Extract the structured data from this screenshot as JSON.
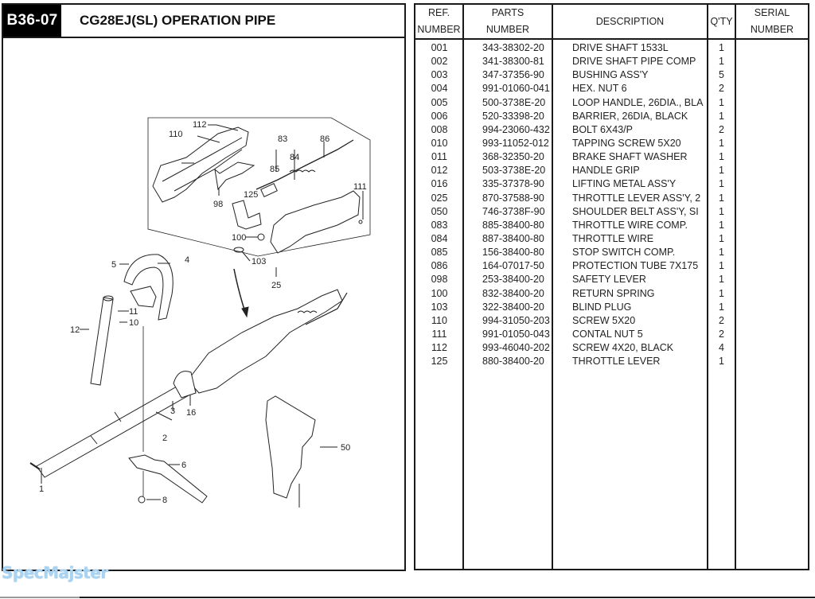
{
  "header": {
    "section_code": "B36-07",
    "title": "CG28EJ(SL)  OPERATION PIPE"
  },
  "diagram": {
    "callouts": [
      "112",
      "110",
      "83",
      "84",
      "86",
      "85",
      "111",
      "125",
      "98",
      "100",
      "103",
      "25",
      "5",
      "4",
      "11",
      "10",
      "12",
      "3",
      "16",
      "2",
      "50",
      "6",
      "1",
      "8"
    ]
  },
  "table": {
    "headers": {
      "ref_line1": "REF.",
      "ref_line2": "NUMBER",
      "parts_line1": "PARTS",
      "parts_line2": "NUMBER",
      "description": "DESCRIPTION",
      "qty": "Q'TY",
      "serial_line1": "SERIAL",
      "serial_line2": "NUMBER"
    },
    "rows": [
      {
        "ref": "001",
        "part": "343-38302-20",
        "desc": "DRIVE SHAFT 1533L",
        "qty": "1"
      },
      {
        "ref": "002",
        "part": "341-38300-81",
        "desc": "DRIVE SHAFT PIPE COMP",
        "qty": "1"
      },
      {
        "ref": "003",
        "part": "347-37356-90",
        "desc": "BUSHING ASS'Y",
        "qty": "5"
      },
      {
        "ref": "004",
        "part": "991-01060-041",
        "desc": "HEX. NUT 6",
        "qty": "2"
      },
      {
        "ref": "005",
        "part": "500-3738E-20",
        "desc": "LOOP HANDLE, 26DIA., BLA",
        "qty": "1"
      },
      {
        "ref": "006",
        "part": "520-33398-20",
        "desc": "BARRIER, 26DIA, BLACK",
        "qty": "1"
      },
      {
        "ref": "008",
        "part": "994-23060-432",
        "desc": "BOLT 6X43/P",
        "qty": "2"
      },
      {
        "ref": "010",
        "part": "993-11052-012",
        "desc": "TAPPING SCREW 5X20",
        "qty": "1"
      },
      {
        "ref": "011",
        "part": "368-32350-20",
        "desc": "BRAKE SHAFT WASHER",
        "qty": "1"
      },
      {
        "ref": "012",
        "part": "503-3738E-20",
        "desc": "HANDLE GRIP",
        "qty": "1"
      },
      {
        "ref": "016",
        "part": "335-37378-90",
        "desc": "LIFTING METAL ASS'Y",
        "qty": "1"
      },
      {
        "ref": "025",
        "part": "870-37588-90",
        "desc": "THROTTLE LEVER ASS'Y, 2",
        "qty": "1"
      },
      {
        "ref": "050",
        "part": "746-3738F-90",
        "desc": "SHOULDER BELT ASS'Y, SI",
        "qty": "1"
      },
      {
        "ref": "083",
        "part": "885-38400-80",
        "desc": "THROTTLE WIRE COMP.",
        "qty": "1"
      },
      {
        "ref": "084",
        "part": "887-38400-80",
        "desc": "THROTTLE WIRE",
        "qty": "1"
      },
      {
        "ref": "085",
        "part": "156-38400-80",
        "desc": "STOP SWITCH COMP.",
        "qty": "1"
      },
      {
        "ref": "086",
        "part": "164-07017-50",
        "desc": "PROTECTION TUBE 7X175",
        "qty": "1"
      },
      {
        "ref": "098",
        "part": "253-38400-20",
        "desc": "SAFETY LEVER",
        "qty": "1"
      },
      {
        "ref": "100",
        "part": "832-38400-20",
        "desc": "RETURN SPRING",
        "qty": "1"
      },
      {
        "ref": "103",
        "part": "322-38400-20",
        "desc": "BLIND PLUG",
        "qty": "1"
      },
      {
        "ref": "110",
        "part": "994-31050-203",
        "desc": "SCREW 5X20",
        "qty": "2"
      },
      {
        "ref": "111",
        "part": "991-01050-043",
        "desc": "CONTAL NUT 5",
        "qty": "2"
      },
      {
        "ref": "112",
        "part": "993-46040-202",
        "desc": "SCREW 4X20, BLACK",
        "qty": "4"
      },
      {
        "ref": "125",
        "part": "880-38400-20",
        "desc": "THROTTLE LEVER",
        "qty": "1"
      }
    ]
  },
  "watermark": "SpecMajster"
}
